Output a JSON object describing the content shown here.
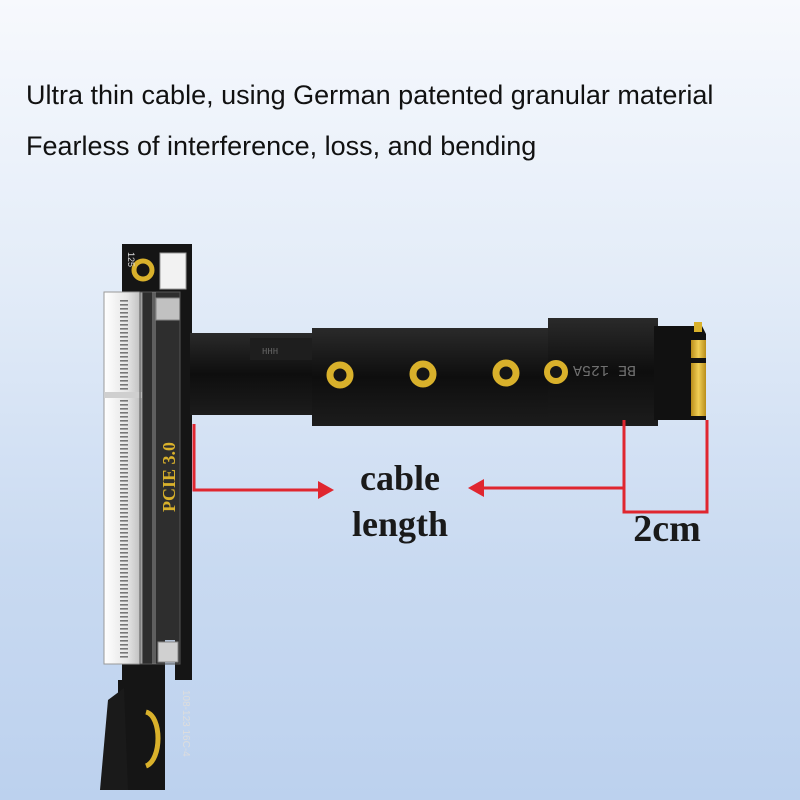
{
  "headline": {
    "line1": "Ultra thin cable, using German patented granular material",
    "line2": "Fearless of interference, loss, and bending"
  },
  "board": {
    "vertical_label": "PCIE 3.0",
    "bottom_label": "108-123  16C-4",
    "top_marking": "125"
  },
  "cable": {
    "marking_1": "HHH",
    "marking_2": "BE 125A"
  },
  "annotations": {
    "cable_length": [
      "cable",
      "length"
    ],
    "distance": "2cm"
  },
  "colors": {
    "arrow": "#e0262f",
    "pcb": "#151515",
    "gold": "#d9b12b",
    "slot": "#ececec"
  }
}
